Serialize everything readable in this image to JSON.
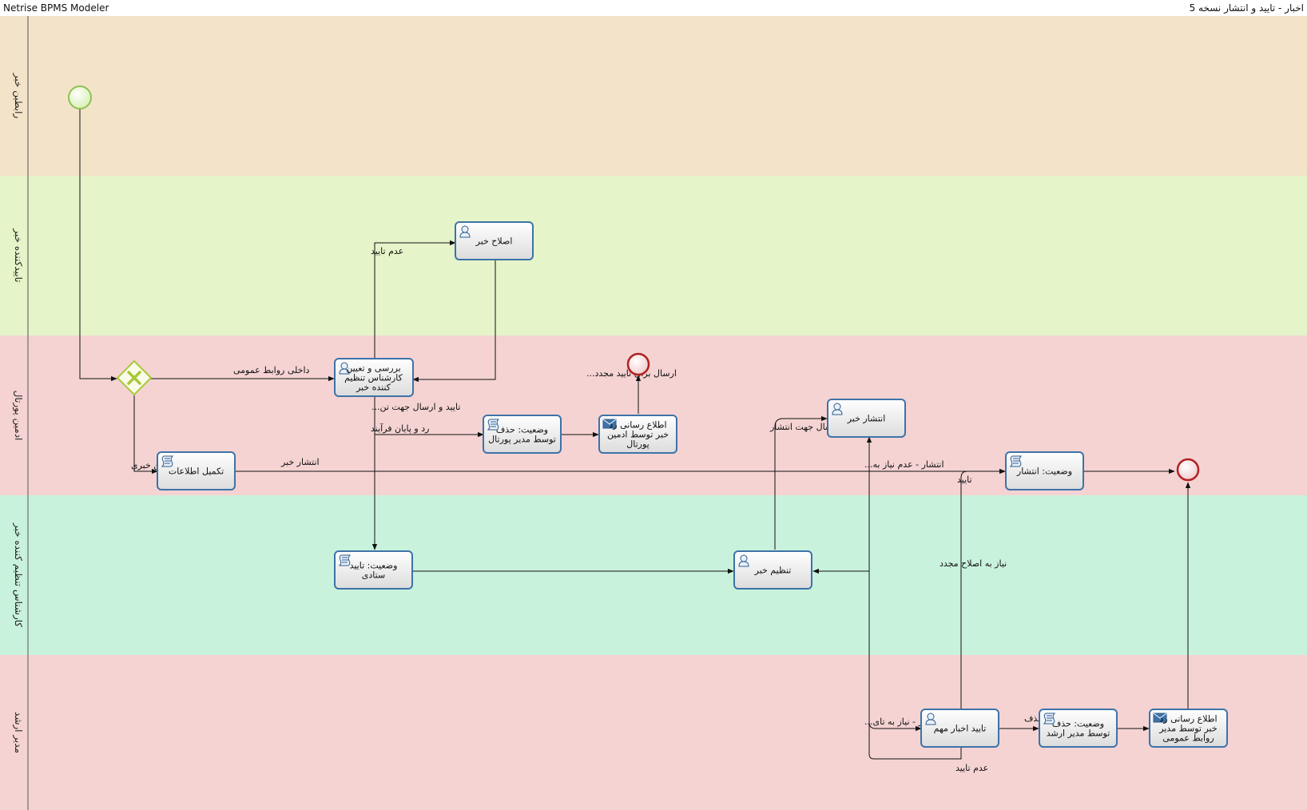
{
  "app_title": "Netrise BPMS Modeler",
  "doc_title": "اخبار - تایید و انتشار  نسخه 5",
  "colors": {
    "lane_1": "#f3e4c9",
    "lane_2": "#e5f4c9",
    "lane_3": "#f5d3d3",
    "lane_4": "#c9f2dd",
    "lane_5": "#f5d3d3",
    "task_border": "#3d73a8",
    "start_event": "#8dc153",
    "end_event": "#b22222",
    "gateway": "#a8c83a"
  },
  "lanes": [
    {
      "label": "رابطین خبر"
    },
    {
      "label": "تاییدکننده خبر"
    },
    {
      "label": "ادمین پورتال"
    },
    {
      "label": "کارشناس تنظیم کننده خبر"
    },
    {
      "label": "مدیر ارشد"
    }
  ],
  "tasks": {
    "review": {
      "text": [
        "بررسی و تعیین",
        "کارشناس تنظیم",
        "کننده خبر"
      ],
      "icon": "user-icon"
    },
    "correct": {
      "text": [
        "اصلاح خبر"
      ],
      "icon": "user-icon"
    },
    "complete_info": {
      "text": [
        "تکمیل اطلاعات"
      ],
      "icon": "script-icon"
    },
    "status_delete": {
      "text": [
        "وضعیت: حذف",
        "توسط مدیر پورتال"
      ],
      "icon": "script-icon"
    },
    "notify_admin": {
      "text": [
        "اطلاع رسانی رد",
        "خبر توسط ادمین",
        "پورتال"
      ],
      "icon": "envelope-icon"
    },
    "publish": {
      "text": [
        "انتشار خبر"
      ],
      "icon": "user-icon"
    },
    "status_publish": {
      "text": [
        "وضعیت: انتشار"
      ],
      "icon": "script-icon"
    },
    "status_confirm": {
      "text": [
        "وضعیت: تایید",
        "ستادی"
      ],
      "icon": "script-icon"
    },
    "arrange": {
      "text": [
        "تنظیم خبر"
      ],
      "icon": "user-icon"
    },
    "approve_important": {
      "text": [
        "تایید اخبار مهم"
      ],
      "icon": "user-icon"
    },
    "status_delete_sm": {
      "text": [
        "وضعیت: حذف",
        "توسط مدیر ارشد"
      ],
      "icon": "script-icon"
    },
    "notify_pr": {
      "text": [
        "اطلاع رسانی رد",
        "خبر توسط مدیر",
        "روابط عمومی"
      ],
      "icon": "envelope-icon"
    }
  },
  "flow_labels": {
    "not_approved_top": "عدم تایید",
    "internal_pr": "داخلی روابط عمومی",
    "send_reapproval": "ارسال برای تایید مجدد...",
    "approve_send": "تایید و ارسال جهت تن...",
    "reject_end": "رد و پایان فرآیند",
    "news_liaisons": "رابطین خبری",
    "publish_news": "انتشار خبر",
    "send_publish": "ارسال جهت انتشار",
    "publish_no_need": "انتشار - عدم نیاز به...",
    "approve": "تایید",
    "needs_recorrect": "نیاز به اصلاح مجدد",
    "publish_need_approval": "انتشار - نیاز به تای...",
    "delete": "حذف",
    "not_approved_bottom": "عدم تایید"
  }
}
